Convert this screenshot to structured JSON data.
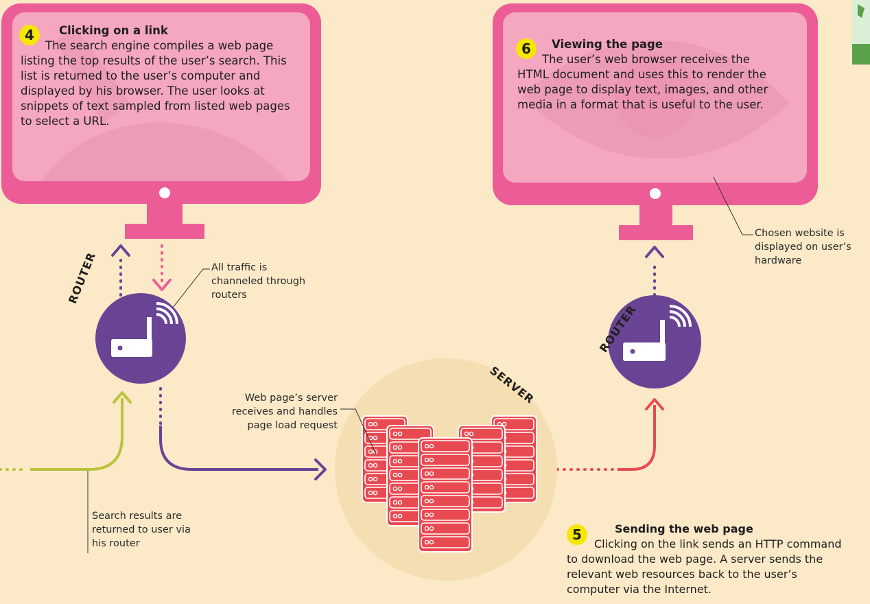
{
  "step4": {
    "number": "4",
    "title": "Clicking on a link",
    "body": "The search engine compiles a web page listing the top results of the user’s search. This list is returned to the user’s computer and displayed by his browser. The user looks at snippets of text sampled from listed web pages to select a URL."
  },
  "step6": {
    "number": "6",
    "title": "Viewing the page",
    "body": "The user’s web browser receives the HTML document and uses this to render the web page to display text, images, and other media in a format that is useful to the user."
  },
  "step5": {
    "number": "5",
    "title": "Sending the web page",
    "body": "Clicking on the link sends an HTTP command to download the web page. A server sends the relevant web resources back to the user’s computer via the Internet."
  },
  "labels": {
    "router_left": "ROUTER",
    "router_right": "ROUTER",
    "server": "SERVER"
  },
  "callouts": {
    "traffic": "All traffic is channeled through routers",
    "server_receives": "Web page’s server receives and handles page load request",
    "search_results": "Search results are returned to user via his router",
    "chosen_website": "Chosen website is displayed on user’s hardware"
  },
  "colors": {
    "monitor": "#ec5d97",
    "screen": "#f4a7bf",
    "router": "#6a4494",
    "server_bg": "#f6deb3",
    "server_unit": "#e84a52",
    "arrow_purple": "#6a4494",
    "arrow_green": "#b8c43a",
    "arrow_red": "#e84a52",
    "arrow_pink": "#ec5d97",
    "step_badge": "#f6e700"
  }
}
